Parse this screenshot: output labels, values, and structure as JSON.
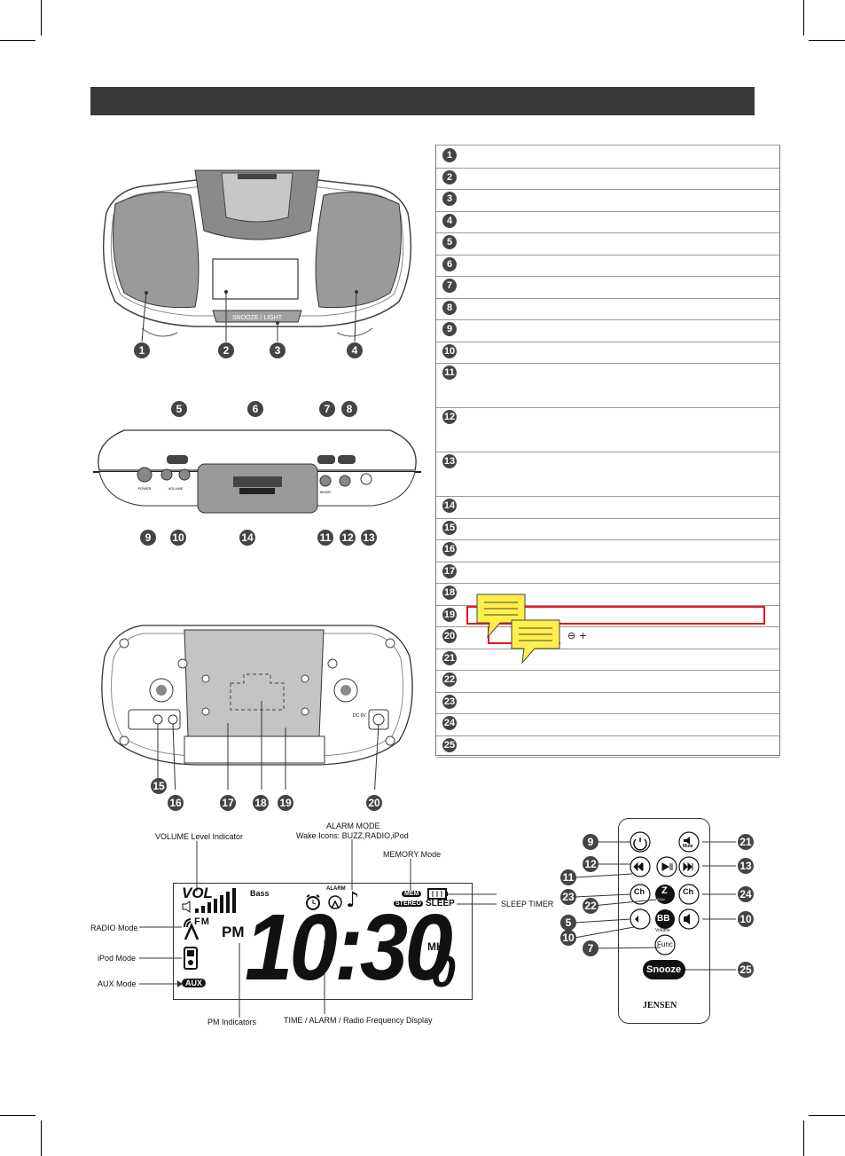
{
  "parts_rows": [
    {
      "n": "1"
    },
    {
      "n": "2"
    },
    {
      "n": "3"
    },
    {
      "n": "4"
    },
    {
      "n": "5"
    },
    {
      "n": "6"
    },
    {
      "n": "7"
    },
    {
      "n": "8"
    },
    {
      "n": "9"
    },
    {
      "n": "10"
    },
    {
      "n": "11",
      "tall": true
    },
    {
      "n": "12",
      "tall": true
    },
    {
      "n": "13",
      "tall": true
    },
    {
      "n": "14"
    },
    {
      "n": "15"
    },
    {
      "n": "16"
    },
    {
      "n": "17"
    },
    {
      "n": "18"
    },
    {
      "n": "19"
    },
    {
      "n": "20",
      "extra": "⊖ +"
    },
    {
      "n": "21"
    },
    {
      "n": "22"
    },
    {
      "n": "23"
    },
    {
      "n": "24"
    },
    {
      "n": "25"
    }
  ],
  "front_callouts": [
    "1",
    "2",
    "3",
    "4"
  ],
  "top_callouts": {
    "upper": [
      "5",
      "6",
      "7",
      "8"
    ],
    "lower": [
      "9",
      "10",
      "14",
      "11",
      "12",
      "13"
    ]
  },
  "back_callouts": [
    "15",
    "16",
    "17",
    "18",
    "19",
    "20"
  ],
  "front_panel": {
    "snooze_text": "SNOOZE / LIGHT"
  },
  "top_panel": {
    "power": "POWER",
    "volume": "VOLUME",
    "mode": "MODE"
  },
  "back_panel": {
    "dc": "DC 6V"
  },
  "lcd": {
    "vol": "VOL",
    "bass": "Bass",
    "alarm": "ALARM",
    "mem": "MEM",
    "stereo": "STEREO",
    "sleep": "SLEEP",
    "fm": "FM",
    "pm": "PM",
    "time": "10:30",
    "decimal": "0",
    "mhz": "MHz",
    "aux": "AUX"
  },
  "lcd_labels": {
    "volume": "VOLUME Level Indicator",
    "alarm_mode": "ALARM  MODE",
    "wake_icons": "Wake Icons: BUZZ,RADIO,iPod",
    "memory": "MEMORY Mode",
    "radio": "RADIO Mode",
    "ipod": "iPod Mode",
    "aux": "AUX Mode",
    "sleep_timer": "SLEEP TIMER",
    "pm_ind": "PM Indicators",
    "time_disp": "TIME / ALARM / Radio Frequency Display"
  },
  "remote": {
    "callouts_left": [
      "9",
      "12",
      "11",
      "23",
      "22",
      "5",
      "10",
      "7"
    ],
    "callouts_right": [
      "21",
      "13",
      "24",
      "10",
      "25"
    ],
    "mute": "Mute",
    "ch": "Ch",
    "z": "Z",
    "zzz": "ZZzz",
    "bb": "BB",
    "volume": "Volume",
    "func": "Func",
    "snooze": "Snooze",
    "brand": "JENSEN"
  },
  "colors": {
    "banner": "#3a3a3a",
    "badge": "#444444",
    "note": "#ffef4a",
    "highlight": "#e8141b"
  }
}
